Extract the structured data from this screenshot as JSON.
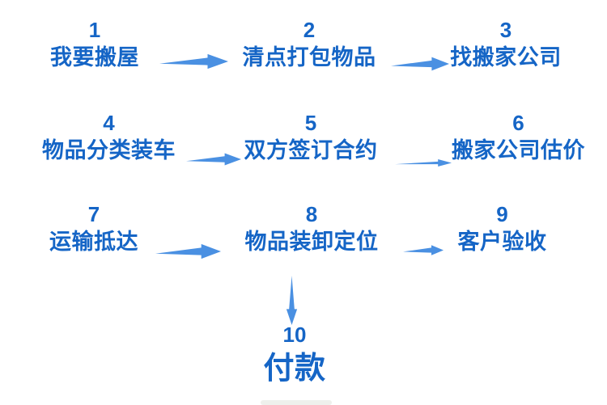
{
  "diagram": {
    "type": "flowchart",
    "topic": "moving-house-process"
  },
  "colors": {
    "text": "#1565c6",
    "arrow": "#4a90e2",
    "background": "#ffffff"
  },
  "steps": [
    {
      "num": "1",
      "label": "我要搬屋"
    },
    {
      "num": "2",
      "label": "清点打包物品"
    },
    {
      "num": "3",
      "label": "找搬家公司"
    },
    {
      "num": "4",
      "label": "物品分类装车"
    },
    {
      "num": "5",
      "label": "双方签订合约"
    },
    {
      "num": "6",
      "label": "搬家公司估价"
    },
    {
      "num": "7",
      "label": "运输抵达"
    },
    {
      "num": "8",
      "label": "物品装卸定位"
    },
    {
      "num": "9",
      "label": "客户验收"
    },
    {
      "num": "10",
      "label": "付款"
    }
  ],
  "edges": [
    {
      "from": "1",
      "to": "2",
      "direction": "right"
    },
    {
      "from": "2",
      "to": "3",
      "direction": "right"
    },
    {
      "from": "4",
      "to": "5",
      "direction": "right"
    },
    {
      "from": "5",
      "to": "6",
      "direction": "right"
    },
    {
      "from": "7",
      "to": "8",
      "direction": "right"
    },
    {
      "from": "8",
      "to": "9",
      "direction": "right"
    },
    {
      "from": "8",
      "to": "10",
      "direction": "down"
    }
  ]
}
